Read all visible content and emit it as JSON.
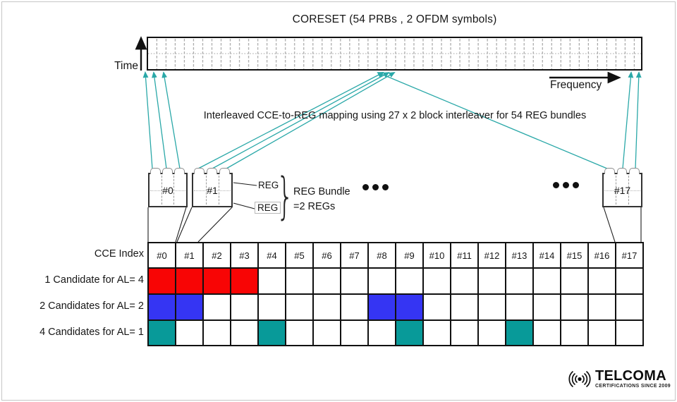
{
  "frame": {
    "title": "CORESET (54 PRBs , 2 OFDM symbols)"
  },
  "axes": {
    "time_label": "Time",
    "frequency_label": "Frequency"
  },
  "caption": "Interleaved CCE-to-REG mapping using 27 x 2 block interleaver for 54 REG bundles",
  "bundle_detail": {
    "boxes": [
      {
        "label": "#0"
      },
      {
        "label": "#1"
      },
      {
        "label": "#17"
      }
    ],
    "reg_top_label": "REG",
    "reg_bottom_label": "REG",
    "note_line1": "REG Bundle",
    "note_line2": "=2 REGs"
  },
  "table": {
    "row_labels": [
      "CCE Index",
      "1 Candidate for AL= 4",
      "2 Candidates for AL= 2",
      "4 Candidates for AL= 1"
    ],
    "cce_headers": [
      "#0",
      "#1",
      "#2",
      "#3",
      "#4",
      "#5",
      "#6",
      "#7",
      "#8",
      "#9",
      "#10",
      "#11",
      "#12",
      "#13",
      "#14",
      "#15",
      "#16",
      "#17"
    ],
    "al4_cells": [
      0,
      1,
      2,
      3
    ],
    "al2_cells": [
      0,
      1,
      8,
      9
    ],
    "al1_cells": [
      0,
      4,
      9,
      13
    ]
  },
  "colors": {
    "al4_red": "#f80505",
    "al2_blue": "#3535f3",
    "al1_teal": "#089a99",
    "arrow_teal": "#2aa8a8"
  },
  "logo": {
    "name": "TELCOMA",
    "tagline": "CERTIFICATIONS SINCE 2009"
  }
}
